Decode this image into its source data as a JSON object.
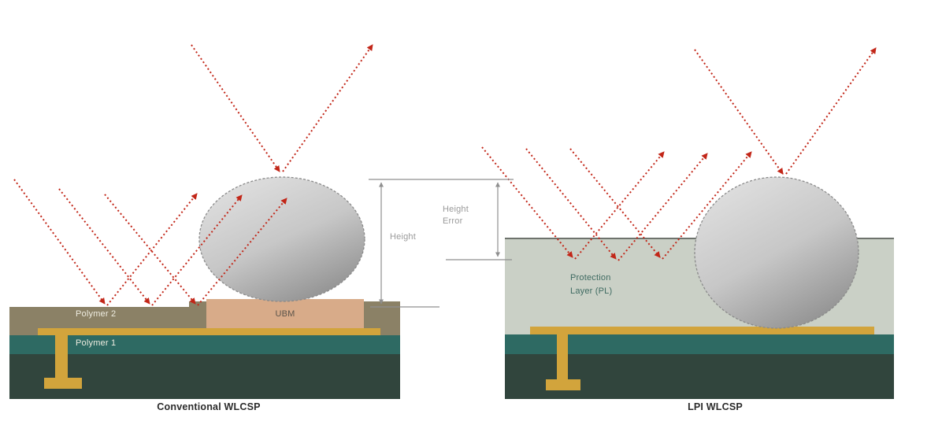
{
  "diagram": {
    "left": {
      "caption": "Conventional WLCSP",
      "layers": {
        "polymer2": "Polymer 2",
        "ubm": "UBM",
        "polymer1": "Polymer 1"
      }
    },
    "right": {
      "caption": "LPI WLCSP",
      "layers": {
        "protection_line1": "Protection",
        "protection_line2": "Layer (PL)"
      }
    },
    "dimensions": {
      "height": "Height",
      "height_error_line1": "Height",
      "height_error_line2": "Error"
    },
    "colors": {
      "laser_red": "#c22618",
      "polymer2_khaki": "#8b8166",
      "ubm_tan": "#d8ab89",
      "metal_gold": "#d2a43c",
      "polymer1_teal": "#2e6a63",
      "substrate_dark_green": "#31453d",
      "protection_layer_gray": "#cad0c6",
      "solder_ball_gray": "#b9b9b9",
      "dimension_line_gray": "#8f8f8f",
      "pl_label_teal": "#3e6a61"
    }
  }
}
